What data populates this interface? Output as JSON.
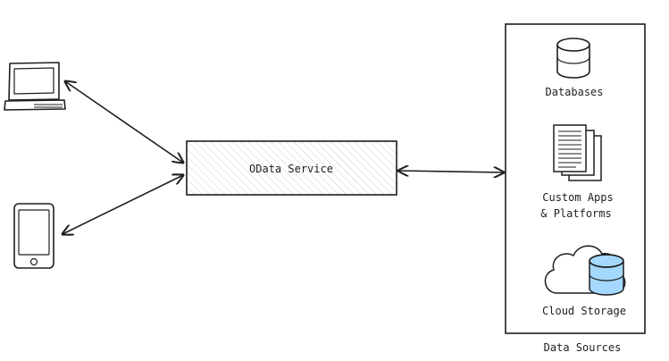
{
  "diagram": {
    "service": {
      "label": "OData Service"
    },
    "clients": [
      {
        "name": "desktop",
        "icon": "desktop-computer-icon"
      },
      {
        "name": "mobile",
        "icon": "mobile-phone-icon"
      }
    ],
    "data_sources": {
      "label": "Data Sources",
      "items": [
        {
          "label": "Databases",
          "icon": "database-icon"
        },
        {
          "label_line1": "Custom Apps",
          "label_line2": "& Platforms",
          "icon": "documents-icon"
        },
        {
          "label": "Cloud Storage",
          "icon": "cloud-database-icon"
        }
      ]
    },
    "colors": {
      "stroke": "#1e1e1e",
      "cloud_db_fill": "#a5d8ff",
      "service_hatch": "#cfcfcf"
    }
  }
}
